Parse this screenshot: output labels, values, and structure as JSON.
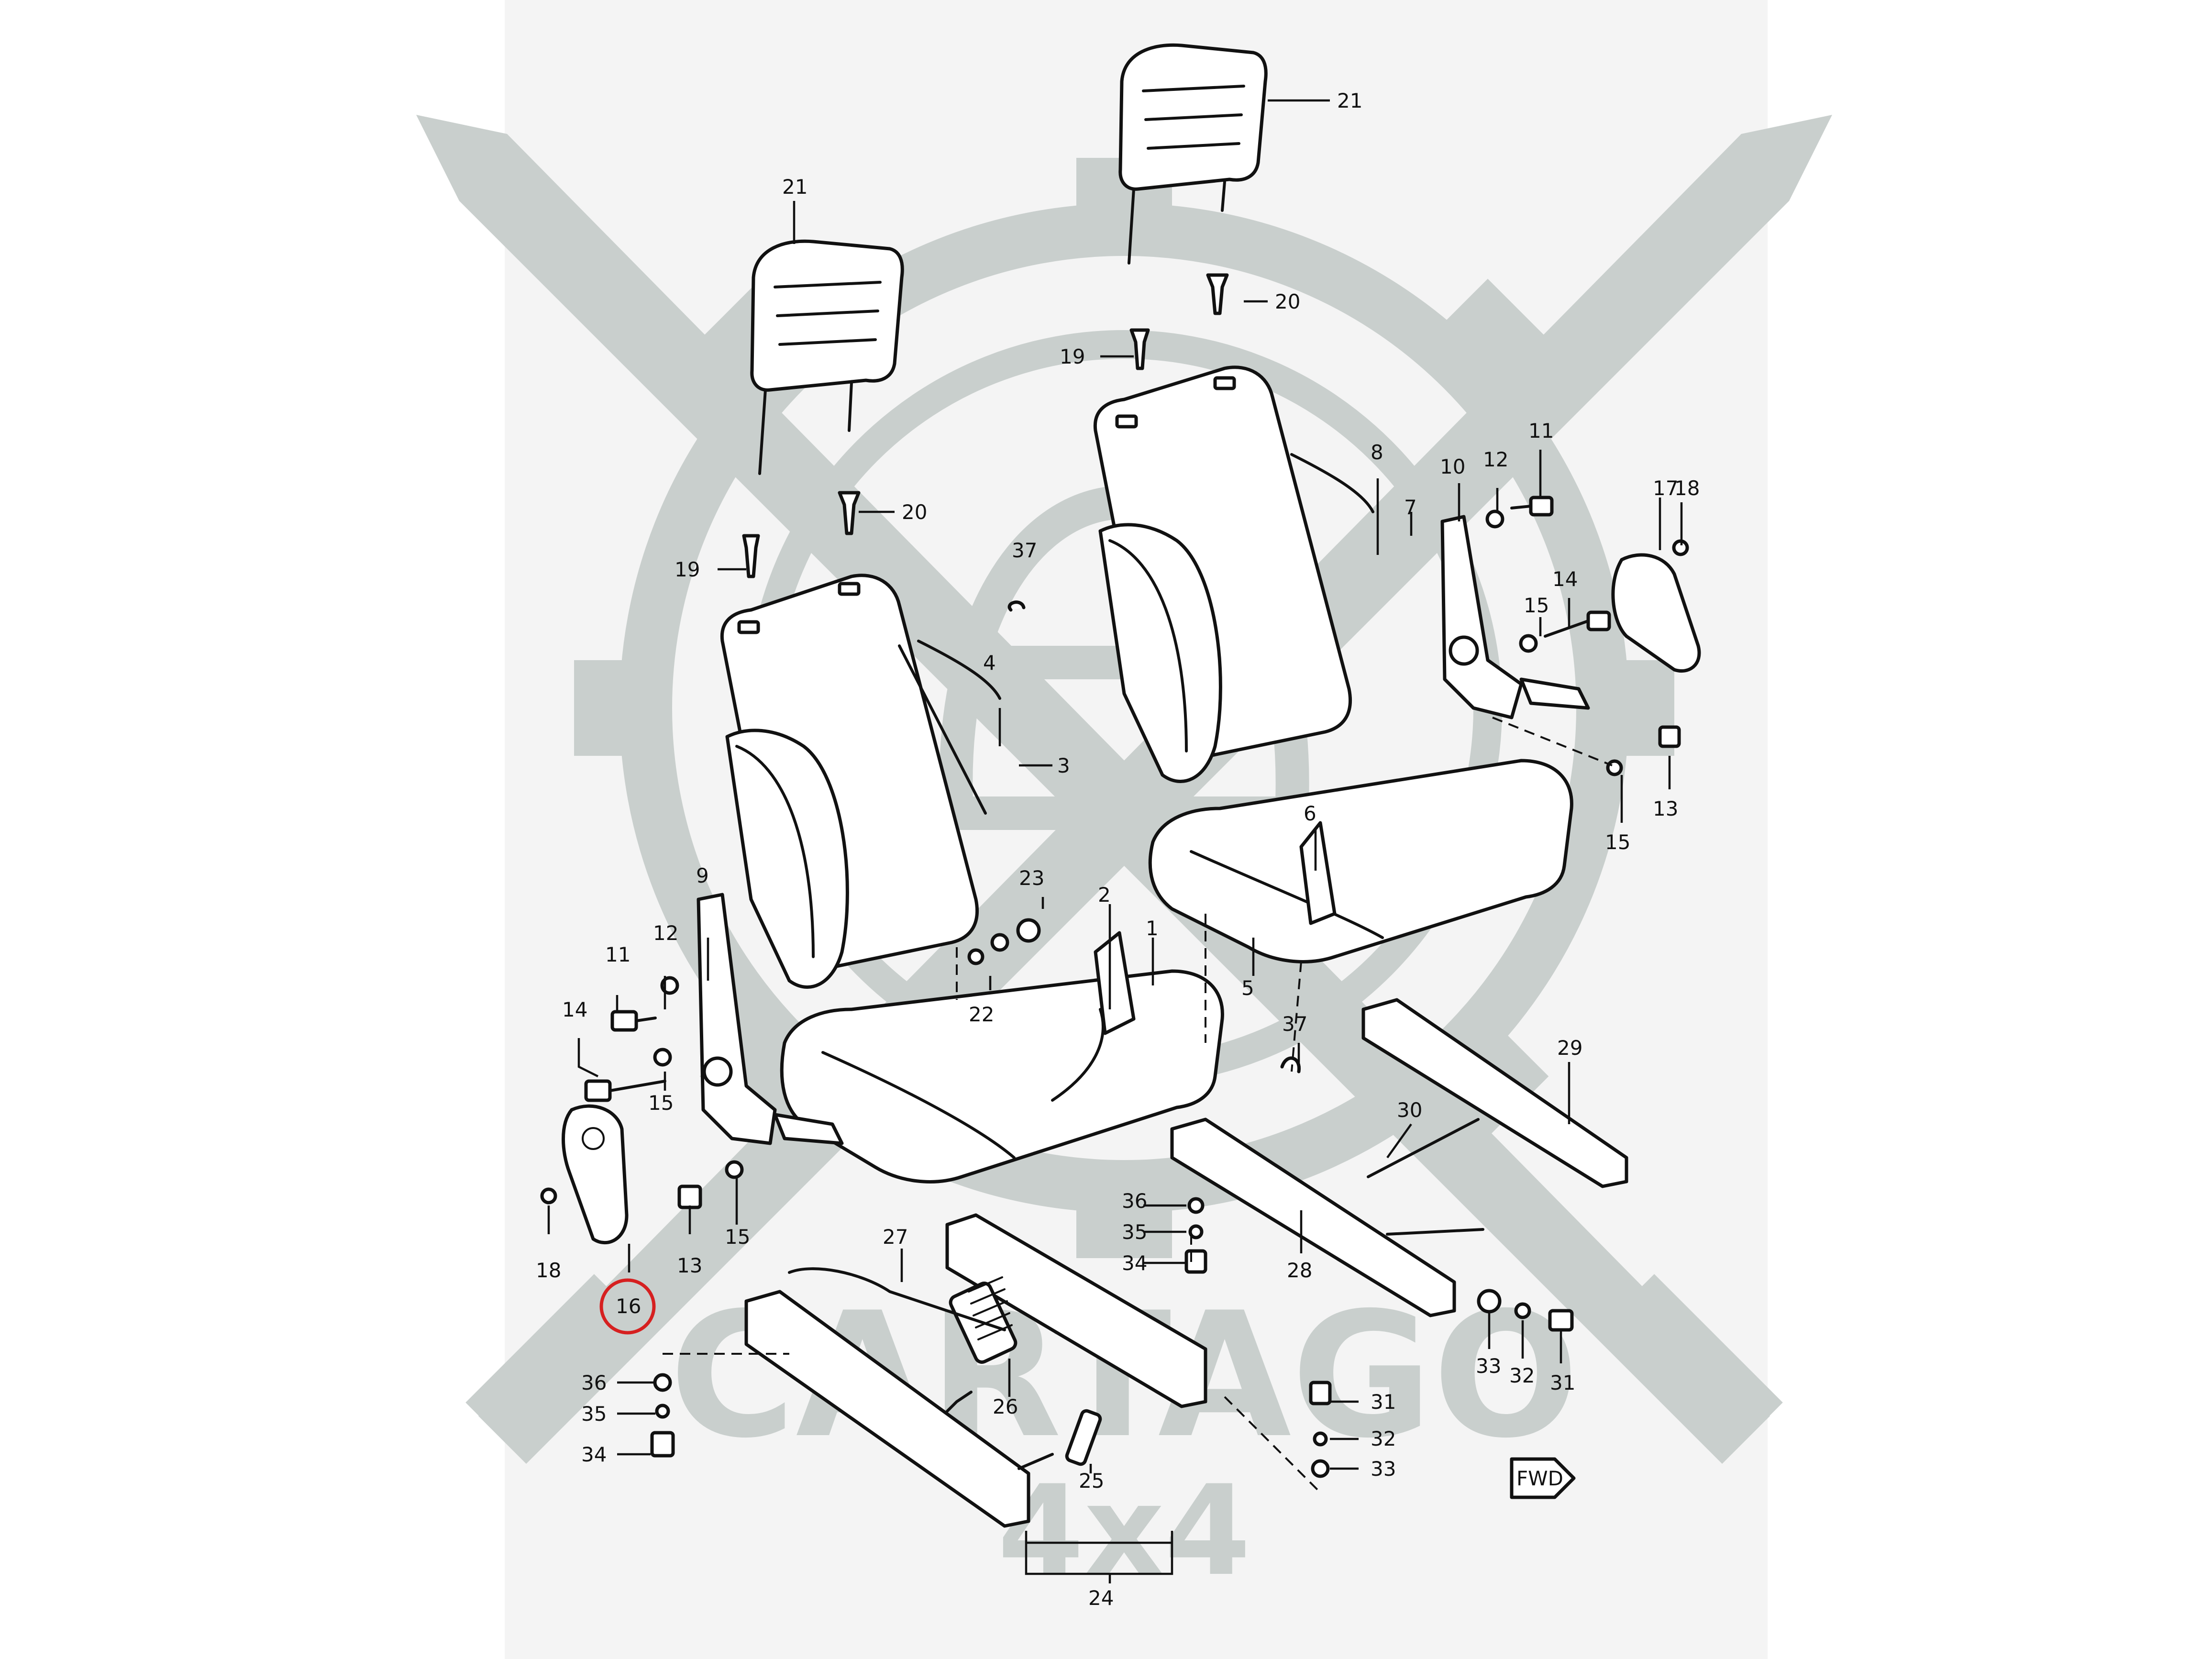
{
  "diagram": {
    "highlight_color": "#d62020",
    "watermark": {
      "line1": "CARTAGO",
      "line2": "4x4",
      "color": "#c9cfcd"
    },
    "fwd_label": "FWD",
    "callouts": {
      "c1": "1",
      "c2": "2",
      "c3": "3",
      "c4": "4",
      "c5": "5",
      "c6": "6",
      "c7": "7",
      "c8": "8",
      "c9": "9",
      "c10": "10",
      "c11a": "11",
      "c11b": "11",
      "c12a": "12",
      "c12b": "12",
      "c13a": "13",
      "c13b": "13",
      "c14a": "14",
      "c14b": "14",
      "c15a": "15",
      "c15b": "15",
      "c15c": "15",
      "c15d": "15",
      "c16": "16",
      "c17": "17",
      "c18a": "18",
      "c18b": "18",
      "c19a": "19",
      "c19b": "19",
      "c20a": "20",
      "c20b": "20",
      "c21a": "21",
      "c21b": "21",
      "c22": "22",
      "c23": "23",
      "c24": "24",
      "c25": "25",
      "c26": "26",
      "c27": "27",
      "c28": "28",
      "c29": "29",
      "c30": "30",
      "c31a": "31",
      "c31b": "31",
      "c32a": "32",
      "c32b": "32",
      "c33a": "33",
      "c33b": "33",
      "c34a": "34",
      "c34b": "34",
      "c35a": "35",
      "c35b": "35",
      "c36a": "36",
      "c36b": "36",
      "c37a": "37",
      "c37b": "37"
    }
  }
}
